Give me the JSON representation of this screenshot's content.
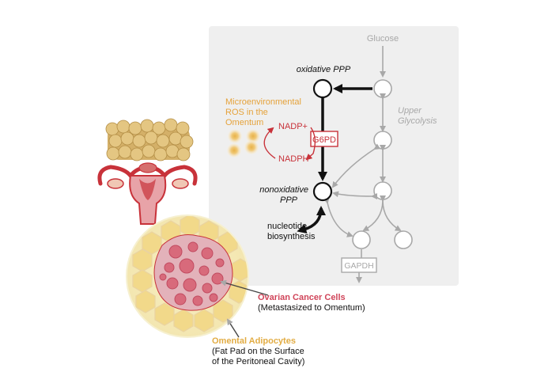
{
  "pathway": {
    "glucose": "Glucose",
    "upper_glycolysis_line1": "Upper",
    "upper_glycolysis_line2": "Glycolysis",
    "oxidative_ppp": "oxidative PPP",
    "nonoxidative_line1": "nonoxidative",
    "nonoxidative_line2": "PPP",
    "g6pd": "G6PD",
    "nadp_plus": "NADP+",
    "nadph": "NADPH",
    "nucleotide_line1": "nucleotide",
    "nucleotide_line2": "biosynthesis",
    "gapdh": "GAPDH"
  },
  "ros": {
    "line1": "Microenvironmental",
    "line2": "ROS in the",
    "line3": "Omentum"
  },
  "tissue": {
    "cancer_title": "Ovarian Cancer Cells",
    "cancer_sub": "(Metastasized to Omentum)",
    "adipo_title": "Omental Adipocytes",
    "adipo_sub1": "(Fat Pad on the Surface",
    "adipo_sub2": "of the Peritoneal Cavity)"
  },
  "colors": {
    "panel": "#efefef",
    "gray_path": "#a8a8a8",
    "black_path": "#111111",
    "red": "#c8323a",
    "ros_orange": "#e5a23a",
    "cancer_pink": "#d0455a",
    "adipo_gold": "#e2ac43"
  }
}
